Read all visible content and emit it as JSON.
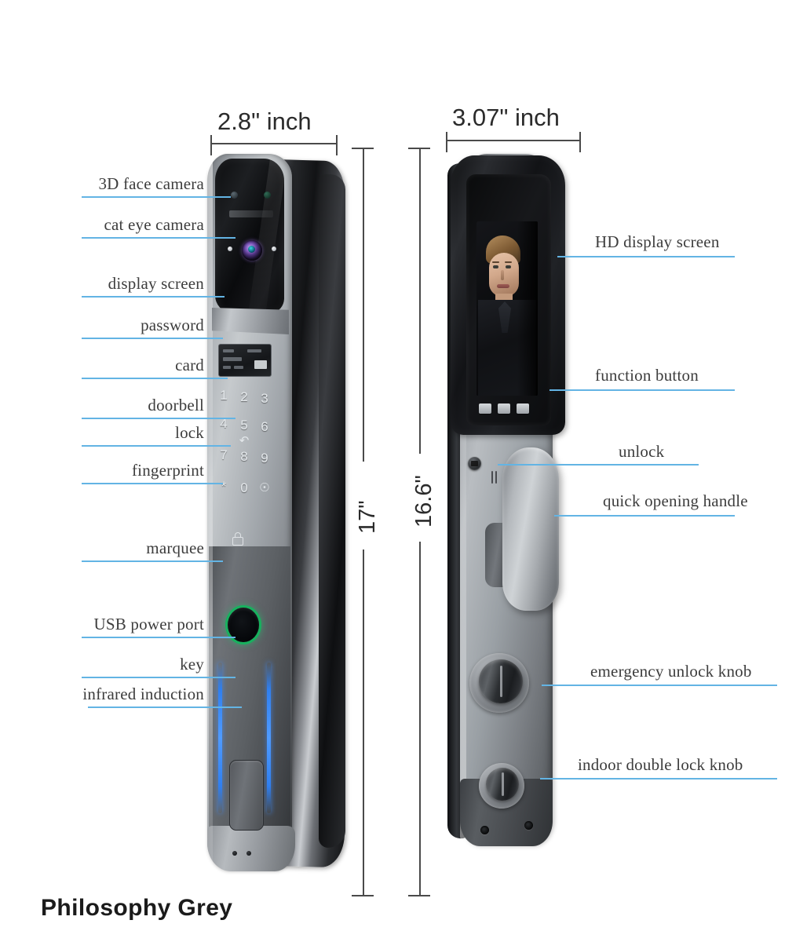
{
  "caption": "Philosophy Grey",
  "dimensions": {
    "front_width": "2.8\" inch",
    "front_height": "17\"",
    "back_width": "3.07\" inch",
    "back_height": "16.6\""
  },
  "colors": {
    "leader_line": "#63b4e4",
    "label_text": "#3d3d3d",
    "dimension_line": "#4a4a4a",
    "fingerprint_ring": "#17b15e",
    "marquee_light": "#2f7ff0"
  },
  "front_labels": [
    {
      "text": "3D face camera"
    },
    {
      "text": "cat eye camera"
    },
    {
      "text": "display screen"
    },
    {
      "text": "password"
    },
    {
      "text": "card"
    },
    {
      "text": "doorbell"
    },
    {
      "text": "lock"
    },
    {
      "text": "fingerprint"
    },
    {
      "text": "marquee"
    },
    {
      "text": "USB power port"
    },
    {
      "text": "key"
    },
    {
      "text": "infrared induction"
    }
  ],
  "back_labels": [
    {
      "text": "HD display screen"
    },
    {
      "text": "function button"
    },
    {
      "text": "unlock"
    },
    {
      "text": "quick opening handle"
    },
    {
      "text": "emergency unlock knob"
    },
    {
      "text": "indoor double lock knob"
    }
  ],
  "keypad": {
    "digits": [
      "1",
      "2",
      "3",
      "4",
      "5",
      "6",
      "7",
      "8",
      "9",
      "*",
      "0"
    ],
    "card_icon": "card-swipe-icon",
    "doorbell_icon": "doorbell-icon",
    "lock_icon": "lock-icon"
  },
  "icons": {
    "fingerprint": "fingerprint-sensor-icon",
    "face_camera": "3d-face-camera-icon",
    "cat_eye_camera": "cat-eye-camera-lens-icon"
  }
}
